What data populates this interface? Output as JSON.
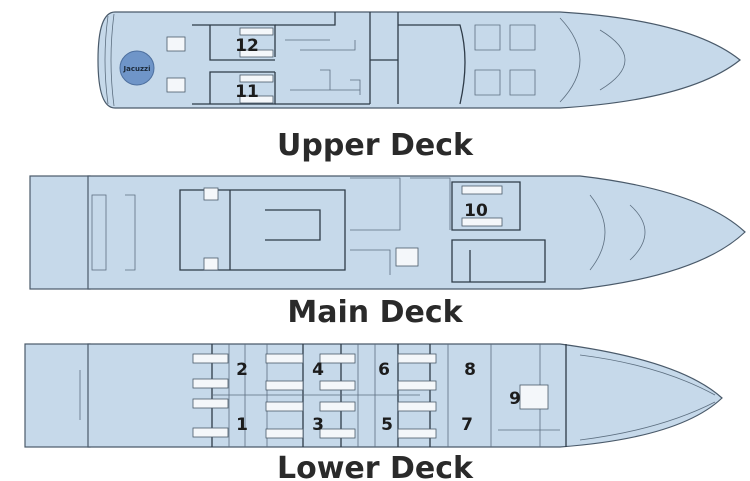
{
  "decks": {
    "upper": {
      "title": "Upper Deck",
      "jacuzzi_label": "Jacuzzi",
      "cabins": [
        "12",
        "11"
      ]
    },
    "main": {
      "title": "Main Deck",
      "cabins": [
        "10"
      ]
    },
    "lower": {
      "title": "Lower Deck",
      "cabins": [
        "1",
        "2",
        "3",
        "4",
        "5",
        "6",
        "7",
        "8",
        "9"
      ]
    }
  },
  "colors": {
    "hull": "#c6d9ea",
    "lines": "#2e3b48",
    "jacuzzi": "#6f95c8"
  }
}
